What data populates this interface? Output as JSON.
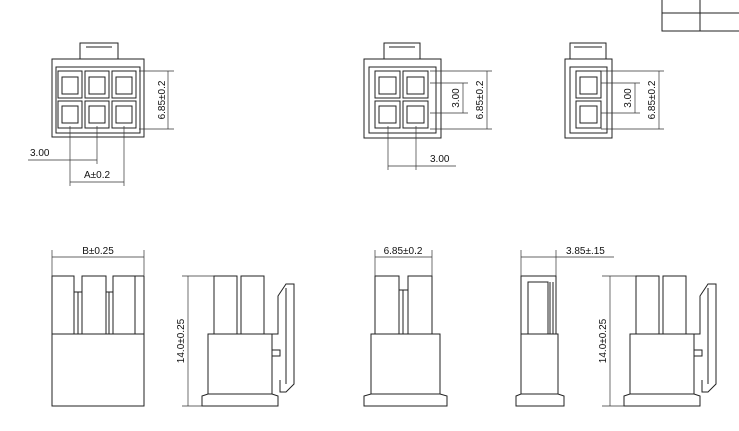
{
  "labels": {
    "pitch_6pin": "3.00",
    "width_6pin": "A±0.2",
    "height_6pin": "6.85±0.2",
    "pitch_4pin_v": "3.00",
    "height_4pin": "6.85±0.2",
    "pitch_4pin_h": "3.00",
    "pitch_2pin_v": "3.00",
    "height_2pin": "6.85±0.2",
    "side_width_b": "B±0.25",
    "side_height_1": "14.0±0.25",
    "side_width_4pin": "6.85±0.2",
    "side_width_2pin": "3.85±.15",
    "side_height_2": "14.0±0.25"
  }
}
